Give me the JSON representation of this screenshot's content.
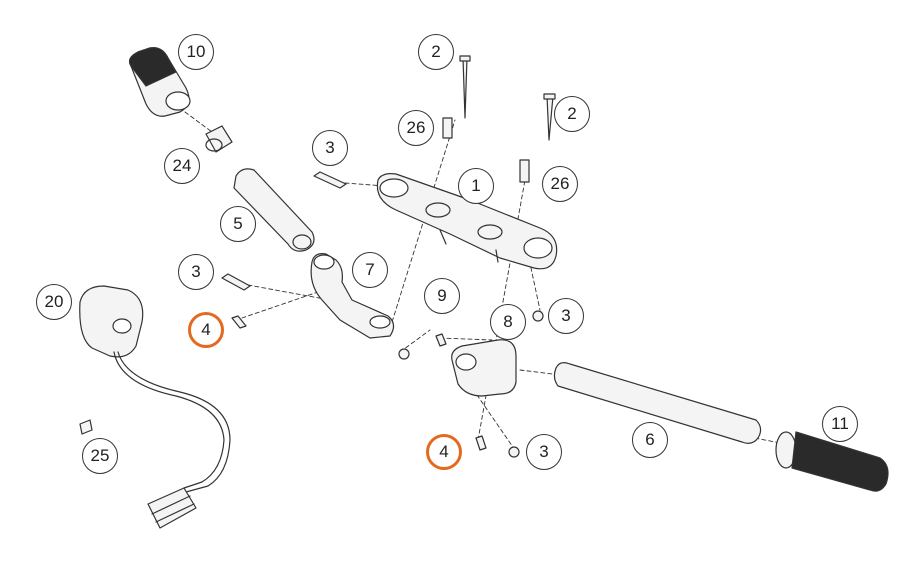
{
  "callouts": [
    {
      "label": "10",
      "highlighted": false
    },
    {
      "label": "2",
      "highlighted": false
    },
    {
      "label": "2",
      "highlighted": false
    },
    {
      "label": "26",
      "highlighted": false
    },
    {
      "label": "24",
      "highlighted": false
    },
    {
      "label": "3",
      "highlighted": false
    },
    {
      "label": "1",
      "highlighted": false
    },
    {
      "label": "26",
      "highlighted": false
    },
    {
      "label": "5",
      "highlighted": false
    },
    {
      "label": "3",
      "highlighted": false
    },
    {
      "label": "7",
      "highlighted": false
    },
    {
      "label": "20",
      "highlighted": false
    },
    {
      "label": "9",
      "highlighted": false
    },
    {
      "label": "4",
      "highlighted": true
    },
    {
      "label": "8",
      "highlighted": false
    },
    {
      "label": "3",
      "highlighted": false
    },
    {
      "label": "25",
      "highlighted": false
    },
    {
      "label": "4",
      "highlighted": true
    },
    {
      "label": "3",
      "highlighted": false
    },
    {
      "label": "6",
      "highlighted": false
    },
    {
      "label": "11",
      "highlighted": false
    }
  ],
  "colors": {
    "highlight_ring": "#e36a1f",
    "line": "#333333",
    "part_fill": "#f4f4f4",
    "grip": "#2a2a2a"
  }
}
